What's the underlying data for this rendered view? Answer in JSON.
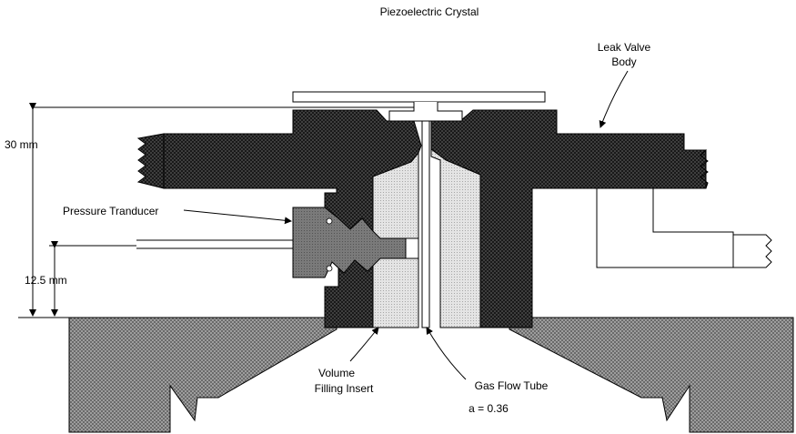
{
  "labels": {
    "piezo": "Piezoelectric Crystal",
    "leak_valve_1": "Leak Valve",
    "leak_valve_2": "Body",
    "pressure": "Pressure Tranducer",
    "dim_30": "30 mm",
    "dim_12": "12.5 mm",
    "volume_1": "Volume",
    "volume_2": "Filling Insert",
    "gas_flow": "Gas Flow Tube",
    "a_value": "a = 0.36"
  },
  "colors": {
    "line": "#000000",
    "dark_fill": "#3a3a3a",
    "base_fill": "#8c8c8c",
    "insert_fill": "#d8d8d8",
    "transducer_fill": "#7a7a7a"
  }
}
